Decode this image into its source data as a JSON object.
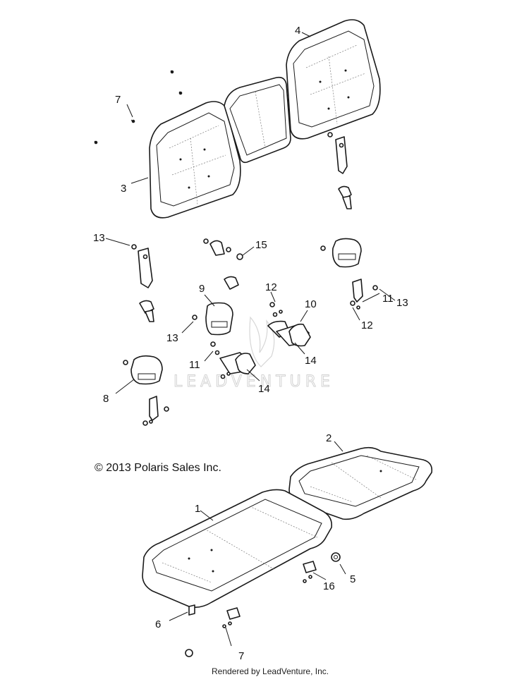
{
  "copyright": "© 2013 Polaris Sales Inc.",
  "footer": "Rendered by LeadVenture, Inc.",
  "watermark": "LEADVENTURE",
  "callouts": [
    {
      "id": "c1",
      "text": "1"
    },
    {
      "id": "c2",
      "text": "2"
    },
    {
      "id": "c3",
      "text": "3"
    },
    {
      "id": "c4",
      "text": "4"
    },
    {
      "id": "c5",
      "text": "5"
    },
    {
      "id": "c6",
      "text": "6"
    },
    {
      "id": "c7a",
      "text": "7"
    },
    {
      "id": "c7b",
      "text": "7"
    },
    {
      "id": "c8",
      "text": "8"
    },
    {
      "id": "c9",
      "text": "9"
    },
    {
      "id": "c10",
      "text": "10"
    },
    {
      "id": "c11a",
      "text": "11"
    },
    {
      "id": "c11b",
      "text": "11"
    },
    {
      "id": "c12a",
      "text": "12"
    },
    {
      "id": "c12b",
      "text": "12"
    },
    {
      "id": "c13a",
      "text": "13"
    },
    {
      "id": "c13b",
      "text": "13"
    },
    {
      "id": "c13c",
      "text": "13"
    },
    {
      "id": "c14a",
      "text": "14"
    },
    {
      "id": "c14b",
      "text": "14"
    },
    {
      "id": "c15",
      "text": "15"
    },
    {
      "id": "c16",
      "text": "16"
    }
  ]
}
